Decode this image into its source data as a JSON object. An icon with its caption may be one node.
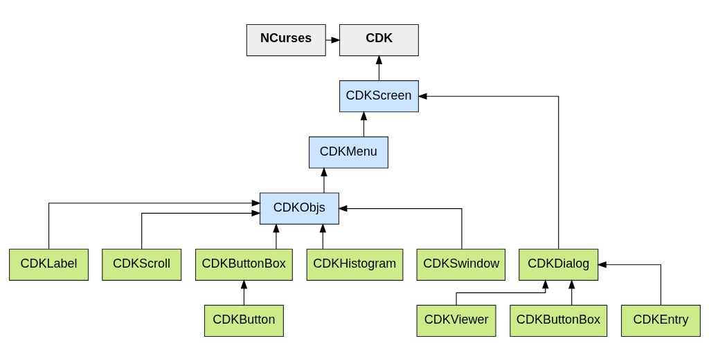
{
  "diagram": {
    "nodes": [
      {
        "text": [
          "NCurses"
        ]
      },
      {
        "text": [
          "CDK"
        ]
      },
      {
        "text": [
          "CDKScreen"
        ]
      },
      {
        "text": [
          "CDKMenu"
        ]
      },
      {
        "text": [
          "CDKObjs"
        ]
      },
      {
        "text": [
          "CDKLabel"
        ]
      },
      {
        "text": [
          "CDKScroll"
        ]
      },
      {
        "text": [
          "CDKButtonBox"
        ]
      },
      {
        "text": [
          "CDKHistogram"
        ]
      },
      {
        "text": [
          "CDKSwindow"
        ]
      },
      {
        "text": [
          "CDKDialog"
        ]
      },
      {
        "text": [
          "CDKButton"
        ]
      },
      {
        "text": [
          "CDKViewer"
        ]
      },
      {
        "text": [
          "CDKButtonBox"
        ]
      },
      {
        "text": [
          "CDKEntry"
        ]
      }
    ],
    "edges": [
      {
        "from": 0,
        "to": 1,
        "arrow": "to"
      },
      {
        "from": 2,
        "to": 1,
        "arrow": "to"
      },
      {
        "from": 3,
        "to": 2,
        "arrow": "to"
      },
      {
        "from": 4,
        "to": 3,
        "arrow": "to"
      },
      {
        "from": 5,
        "to": 4,
        "arrow": "to"
      },
      {
        "from": 6,
        "to": 4,
        "arrow": "to"
      },
      {
        "from": 7,
        "to": 4,
        "arrow": "to"
      },
      {
        "from": 8,
        "to": 4,
        "arrow": "to"
      },
      {
        "from": 9,
        "to": 4,
        "arrow": "to"
      },
      {
        "from": 10,
        "to": 2,
        "arrow": "to"
      },
      {
        "from": 11,
        "to": 7,
        "arrow": "to"
      },
      {
        "from": 12,
        "to": 10,
        "arrow": "to"
      },
      {
        "from": 13,
        "to": 10,
        "arrow": "to"
      },
      {
        "from": 14,
        "to": 10,
        "arrow": "to"
      }
    ]
  }
}
